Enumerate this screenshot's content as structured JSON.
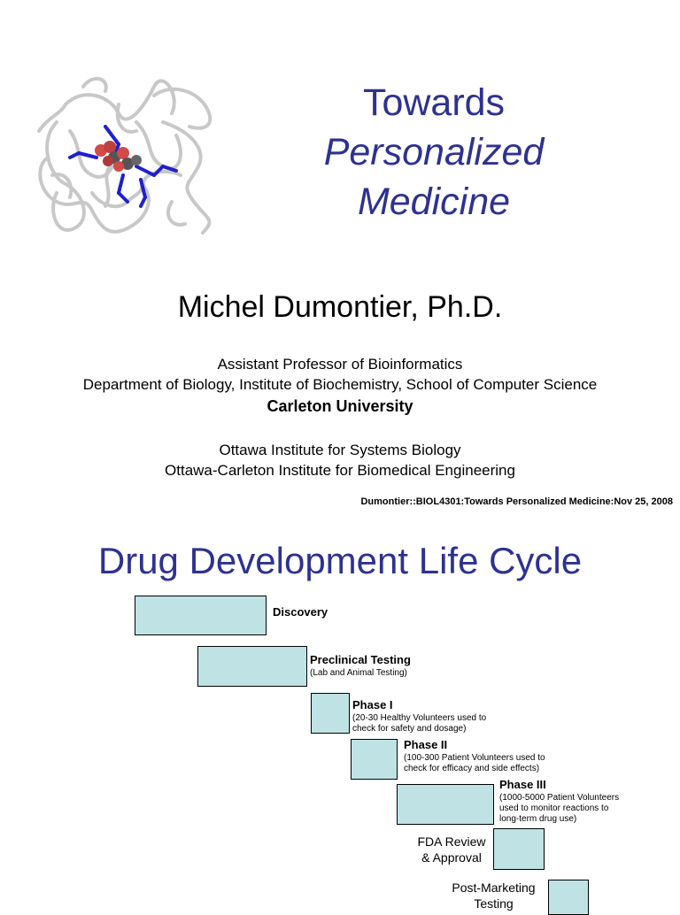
{
  "slide1": {
    "title_line1": "Towards",
    "title_line2": "Personalized",
    "title_line3": "Medicine",
    "author": "Michel Dumontier, Ph.D.",
    "position": "Assistant Professor of Bioinformatics",
    "departments": "Department of Biology, Institute of Biochemistry, School of Computer Science",
    "university": "Carleton University",
    "institute1": "Ottawa Institute for Systems Biology",
    "institute2": "Ottawa-Carleton Institute for Biomedical Engineering",
    "footer": "Dumontier::BIOL4301:Towards Personalized Medicine:Nov 25, 2008",
    "colors": {
      "title": "#2e3192",
      "ribbon": "#c8c8c8",
      "sidechain": "#1f1fd0",
      "ligand_red": "#d24a4a",
      "ligand_dark": "#555555"
    },
    "image": "protein-structure-ribbon"
  },
  "slide2": {
    "title": "Drug Development Life Cycle",
    "box_color": "#bfe3e5",
    "stages": [
      {
        "label": "Discovery",
        "sub": ""
      },
      {
        "label": "Preclinical Testing",
        "sub": "(Lab and Animal Testing)"
      },
      {
        "label": "Phase I",
        "sub": "(20-30 Healthy Volunteers used to\ncheck for safety and dosage)"
      },
      {
        "label": "Phase II",
        "sub": "(100-300 Patient Volunteers used to\ncheck for efficacy and side effects)"
      },
      {
        "label": "Phase III",
        "sub": "(1000-5000 Patient Volunteers\n used to monitor reactions to\nlong-term drug use)"
      },
      {
        "label": "FDA Review\n& Approval",
        "sub": ""
      },
      {
        "label": "Post-Marketing\nTesting",
        "sub": ""
      }
    ]
  }
}
